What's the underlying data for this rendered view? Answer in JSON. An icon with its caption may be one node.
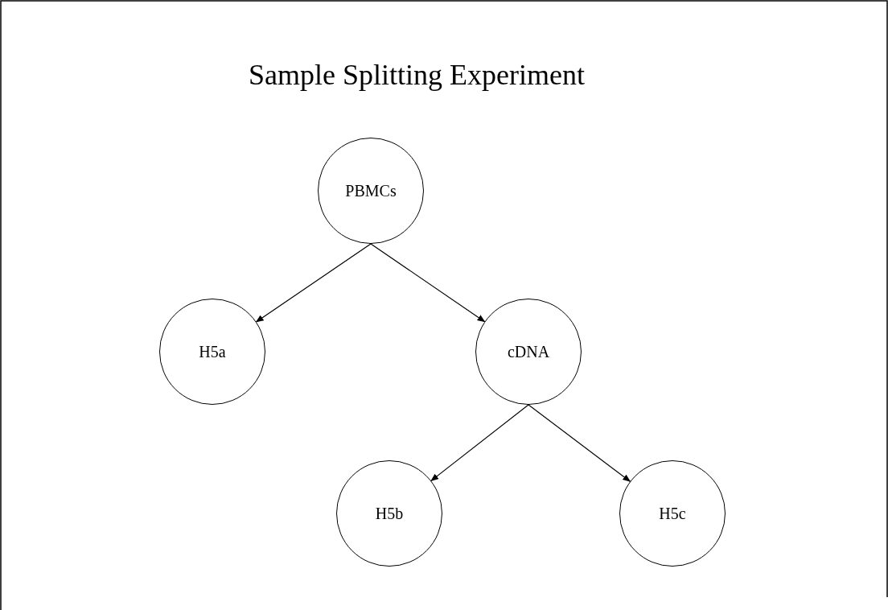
{
  "diagram": {
    "title": "Sample Splitting Experiment",
    "nodes": [
      {
        "text": [
          "PBMCs"
        ]
      },
      {
        "text": [
          "H5a"
        ]
      },
      {
        "text": [
          "cDNA"
        ]
      },
      {
        "text": [
          "H5b"
        ]
      },
      {
        "text": [
          "H5c"
        ]
      }
    ],
    "edges": [
      {
        "from": 0,
        "to": 1,
        "arrow": "to"
      },
      {
        "from": 0,
        "to": 2,
        "arrow": "to"
      },
      {
        "from": 2,
        "to": 3,
        "arrow": "to"
      },
      {
        "from": 2,
        "to": 4,
        "arrow": "to"
      }
    ]
  }
}
